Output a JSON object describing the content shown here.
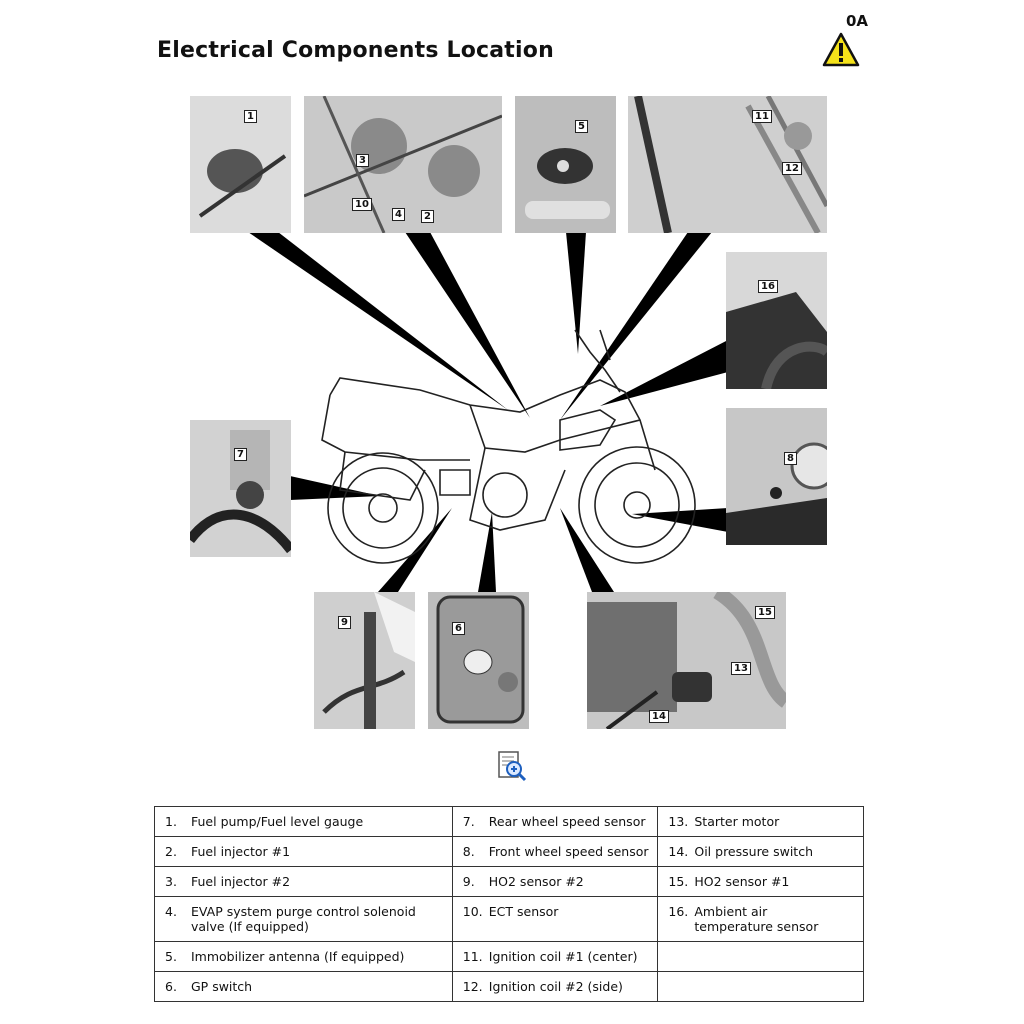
{
  "header": {
    "section_code": "0A",
    "title": "Electrical Components Location"
  },
  "icons": {
    "warning": "warning-triangle-icon",
    "zoom": "zoom-document-icon"
  },
  "callouts": [
    "1",
    "2",
    "3",
    "4",
    "5",
    "6",
    "7",
    "8",
    "9",
    "10",
    "11",
    "12",
    "13",
    "14",
    "15",
    "16"
  ],
  "legend": {
    "rows": [
      [
        {
          "num": "1.",
          "text": "Fuel pump/Fuel level gauge"
        },
        {
          "num": "7.",
          "text": "Rear wheel speed sensor"
        },
        {
          "num": "13.",
          "text": "Starter motor"
        }
      ],
      [
        {
          "num": "2.",
          "text": "Fuel injector #1"
        },
        {
          "num": "8.",
          "text": "Front wheel speed sensor"
        },
        {
          "num": "14.",
          "text": "Oil pressure switch"
        }
      ],
      [
        {
          "num": "3.",
          "text": "Fuel injector #2"
        },
        {
          "num": "9.",
          "text": "HO2 sensor #2"
        },
        {
          "num": "15.",
          "text": "HO2 sensor #1"
        }
      ],
      [
        {
          "num": "4.",
          "text": "EVAP system purge control solenoid valve (If equipped)"
        },
        {
          "num": "10.",
          "text": "ECT sensor"
        },
        {
          "num": "16.",
          "text": "Ambient air temperature sensor"
        }
      ],
      [
        {
          "num": "5.",
          "text": "Immobilizer antenna (If equipped)"
        },
        {
          "num": "11.",
          "text": "Ignition coil #1 (center)"
        },
        {
          "num": "",
          "text": ""
        }
      ],
      [
        {
          "num": "6.",
          "text": "GP switch"
        },
        {
          "num": "12.",
          "text": "Ignition coil #2 (side)"
        },
        {
          "num": "",
          "text": ""
        }
      ]
    ]
  }
}
